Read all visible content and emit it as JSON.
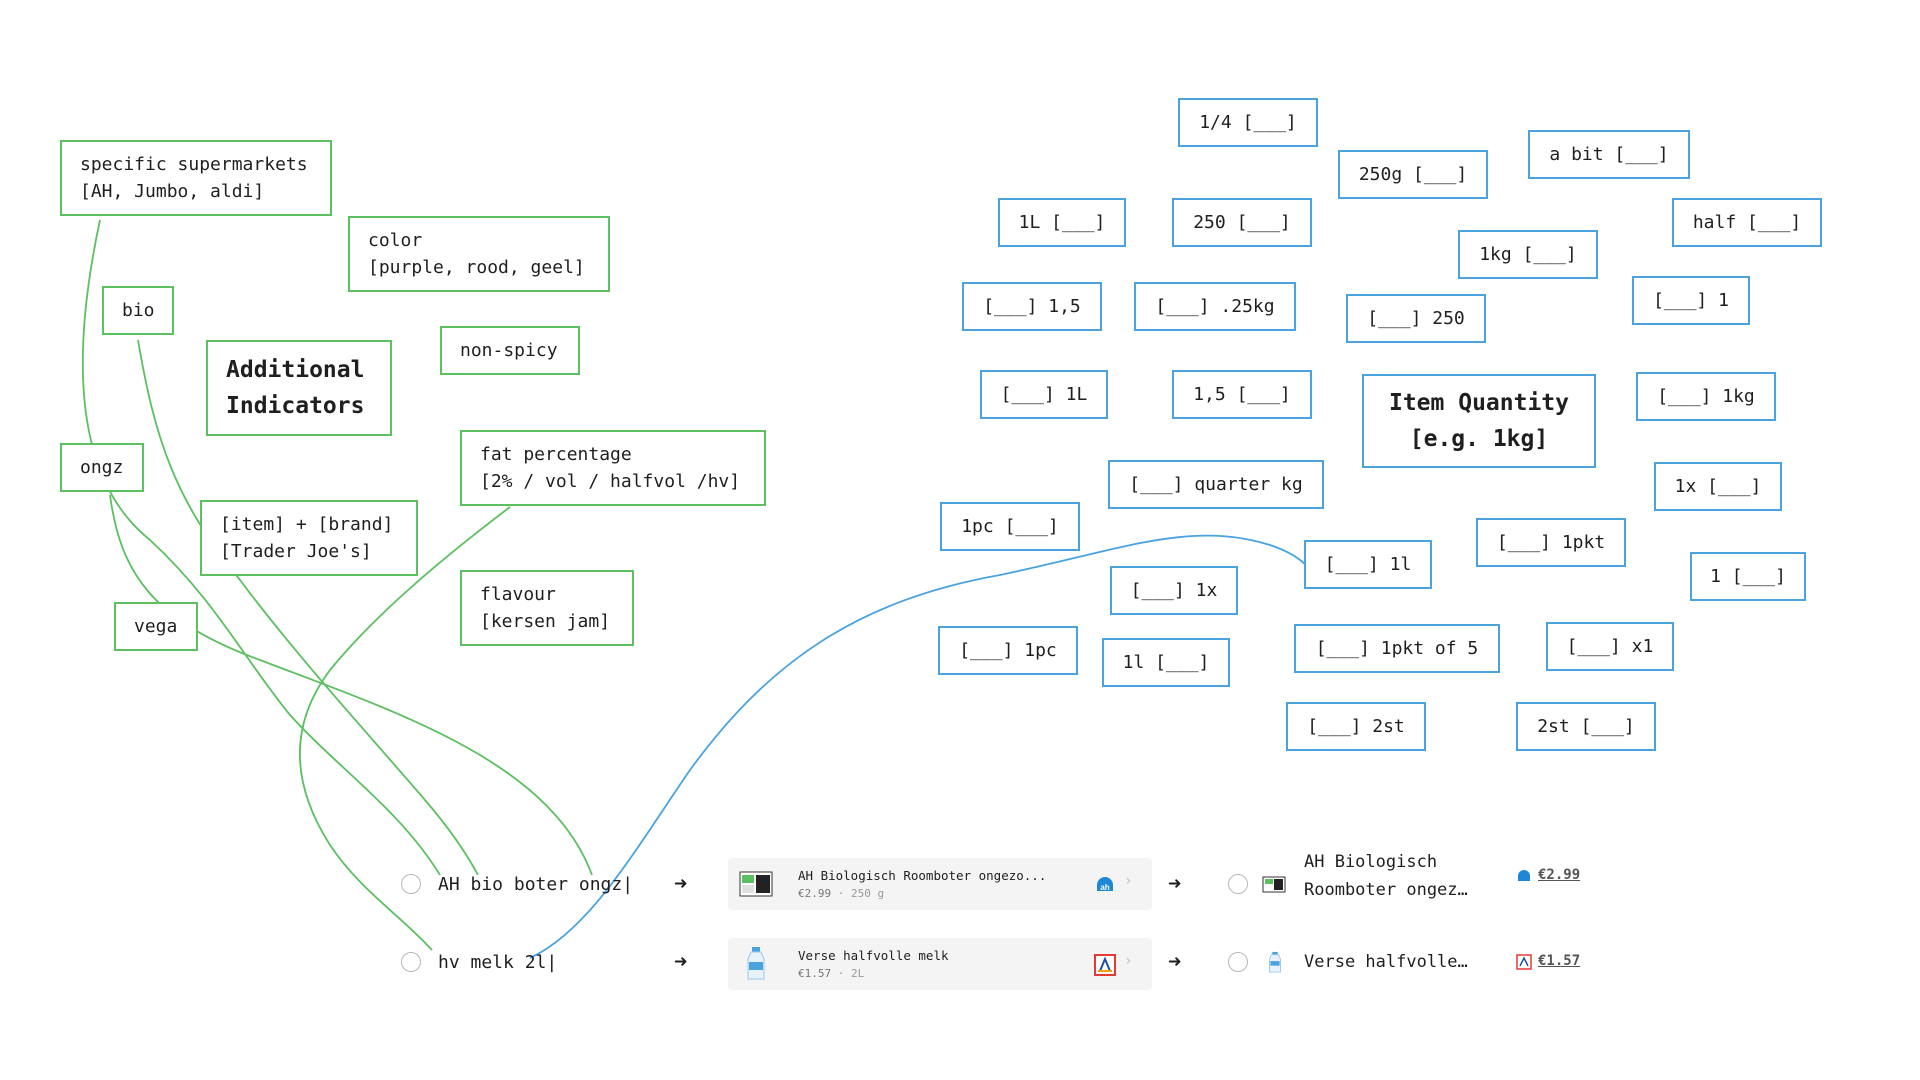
{
  "indicators": {
    "title": "Additional\nIndicators",
    "items": [
      {
        "id": "supermarkets",
        "text": "specific supermarkets\n[AH, Jumbo, aldi]"
      },
      {
        "id": "color",
        "text": "color\n[purple, rood, geel]"
      },
      {
        "id": "bio",
        "text": "bio"
      },
      {
        "id": "nonspicy",
        "text": "non-spicy"
      },
      {
        "id": "ongz",
        "text": "ongz"
      },
      {
        "id": "fat",
        "text": "fat percentage\n[2% / vol / halfvol /hv]"
      },
      {
        "id": "brand",
        "text": "[item] + [brand]\n[Trader Joe's]"
      },
      {
        "id": "vega",
        "text": "vega"
      },
      {
        "id": "flavour",
        "text": "flavour\n[kersen jam]"
      }
    ]
  },
  "quantity": {
    "title": "Item Quantity\n[e.g. 1kg]",
    "items": [
      "1/4 [___]",
      "250g [___]",
      "a bit [___]",
      "1L [___]",
      "250 [___]",
      "half [___]",
      "1kg [___]",
      "[___] 1,5",
      "[___] .25kg",
      "[___] 250",
      "[___] 1",
      "[___] 1L",
      "1,5 [___]",
      "[___] 1kg",
      "[___] quarter kg",
      "1x [___]",
      "1pc [___]",
      "[___] 1pkt",
      "[___] 1l",
      "1 [___]",
      "[___] 1x",
      "[___] 1pc",
      "1l [___]",
      "[___] 1pkt of 5",
      "[___] x1",
      "[___] 2st",
      "2st [___]"
    ]
  },
  "rows": [
    {
      "input": "AH bio boter ongz",
      "card_title": "AH Biologisch Roomboter ongezo...",
      "card_price": "€2.99",
      "card_size": "250 g",
      "store": "AH",
      "result_name": "AH Biologisch\nRoomboter ongez…",
      "result_price": "€2.99"
    },
    {
      "input": "hv melk 2l",
      "card_title": "Verse halfvolle melk",
      "card_price": "€1.57",
      "card_size": "2L",
      "store": "ALDI",
      "result_name": "Verse halfvolle…",
      "result_price": "€1.57"
    }
  ],
  "arrows": {
    "symbol": "➜"
  },
  "colors": {
    "indicator_border": "#5cbf60",
    "quantity_border": "#4aa3df",
    "ah_blue": "#1e88d6",
    "aldi_red": "#e53935"
  },
  "icons": {
    "thumb_row1": "butter-package-icon",
    "thumb_row2": "milk-bottle-icon"
  }
}
